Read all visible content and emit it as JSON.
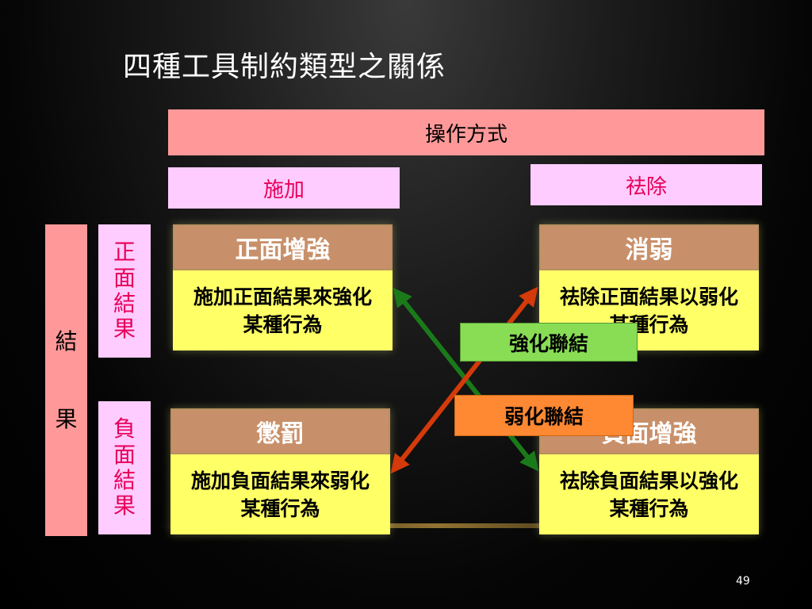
{
  "slide": {
    "title": "四種工具制約類型之關係",
    "page_number": "49"
  },
  "header": {
    "operation_label": "操作方式"
  },
  "columns": {
    "apply": "施加",
    "remove": "祛除"
  },
  "rows": {
    "result_label": [
      "結",
      "果"
    ],
    "positive": "正面結果",
    "negative": "負面結果"
  },
  "cells": {
    "positive_reinforcement": {
      "title": "正面增強",
      "desc": "施加正面結果來強化某種行為"
    },
    "weakening": {
      "title": "消弱",
      "desc": "祛除正面結果以弱化某種行為"
    },
    "punishment": {
      "title": "懲罰",
      "desc": "施加負面結果來弱化某種行為"
    },
    "negative_reinforcement": {
      "title": "負面增強",
      "desc": "祛除負面結果以強化某種行為"
    }
  },
  "connectors": {
    "strengthen_label": "強化聯結",
    "weaken_label": "弱化聯結",
    "strengthen_color": "#1a7a1a",
    "weaken_color": "#d43a0a"
  }
}
